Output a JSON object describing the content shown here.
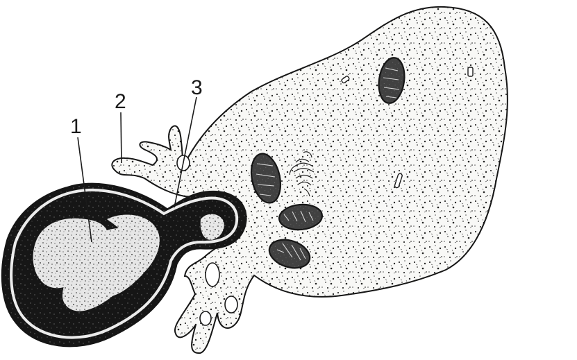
{
  "figure": {
    "callouts": [
      {
        "id": "callout-1",
        "text": "1"
      },
      {
        "id": "callout-2",
        "text": "2"
      },
      {
        "id": "callout-3",
        "text": "3"
      }
    ]
  },
  "colors": {
    "background": "#ffffff",
    "ink": "#161616",
    "cytoplasm": "#f7f7f5",
    "nucleus_dark": "#151515",
    "chromatin_light": "#efefef"
  }
}
